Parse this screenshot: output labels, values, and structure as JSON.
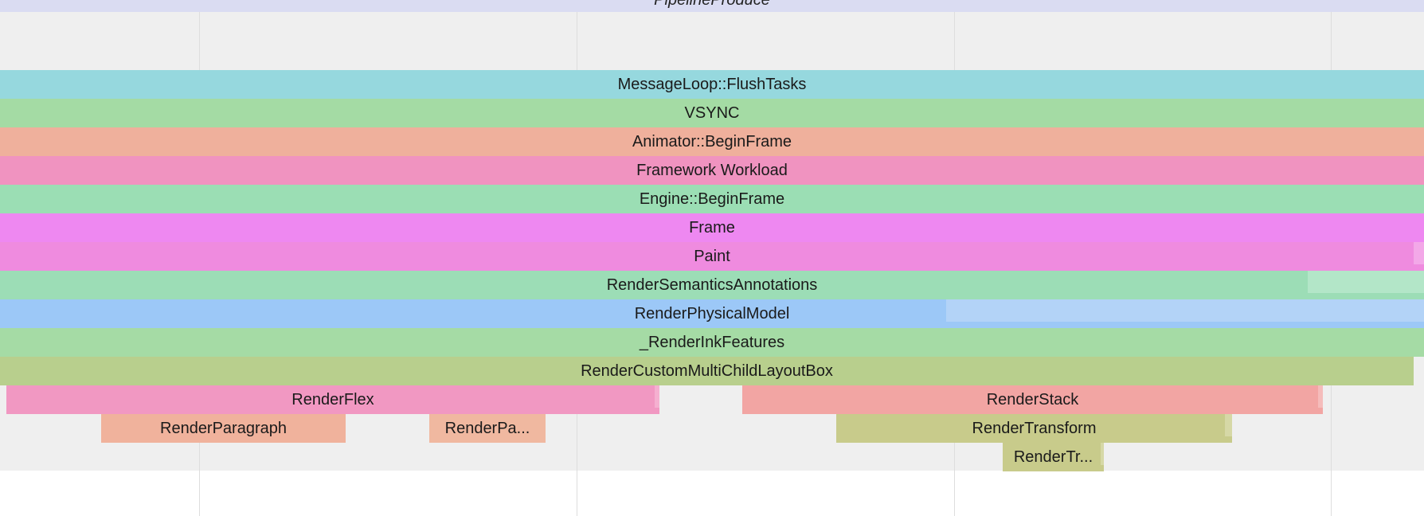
{
  "header": {
    "top_slice_label": "PipelineProduce"
  },
  "slices": {
    "message_loop": {
      "label": "MessageLoop::FlushTasks",
      "color": "#96d8de"
    },
    "vsync": {
      "label": "VSYNC",
      "color": "#a4dba4"
    },
    "animator": {
      "label": "Animator::BeginFrame",
      "color": "#efb09c"
    },
    "framework": {
      "label": "Framework Workload",
      "color": "#f093c0"
    },
    "engine": {
      "label": "Engine::BeginFrame",
      "color": "#9bdeb4"
    },
    "frame": {
      "label": "Frame",
      "color": "#ee88f1"
    },
    "paint": {
      "label": "Paint",
      "color": "#ef8bdf"
    },
    "semantics": {
      "label": "RenderSemanticsAnnotations",
      "color": "#9cddb6"
    },
    "physical_model": {
      "label": "RenderPhysicalModel",
      "color": "#9cc8f7"
    },
    "ink_features": {
      "label": "_RenderInkFeatures",
      "color": "#a5dba5"
    },
    "custom_multichild": {
      "label": "RenderCustomMultiChildLayoutBox",
      "color": "#b8cf8d"
    },
    "render_flex": {
      "label": "RenderFlex",
      "color": "#f198c2"
    },
    "render_stack": {
      "label": "RenderStack",
      "color": "#f2a5a3"
    },
    "render_paragraph_1": {
      "label": "RenderParagraph",
      "color": "#f0b29c"
    },
    "render_paragraph_2": {
      "label": "RenderPa...",
      "color": "#f0b8a0"
    },
    "render_transform": {
      "label": "RenderTransform",
      "color": "#c8cb8b"
    },
    "render_tr_short": {
      "label": "RenderTr...",
      "color": "#c8cb8b"
    }
  }
}
